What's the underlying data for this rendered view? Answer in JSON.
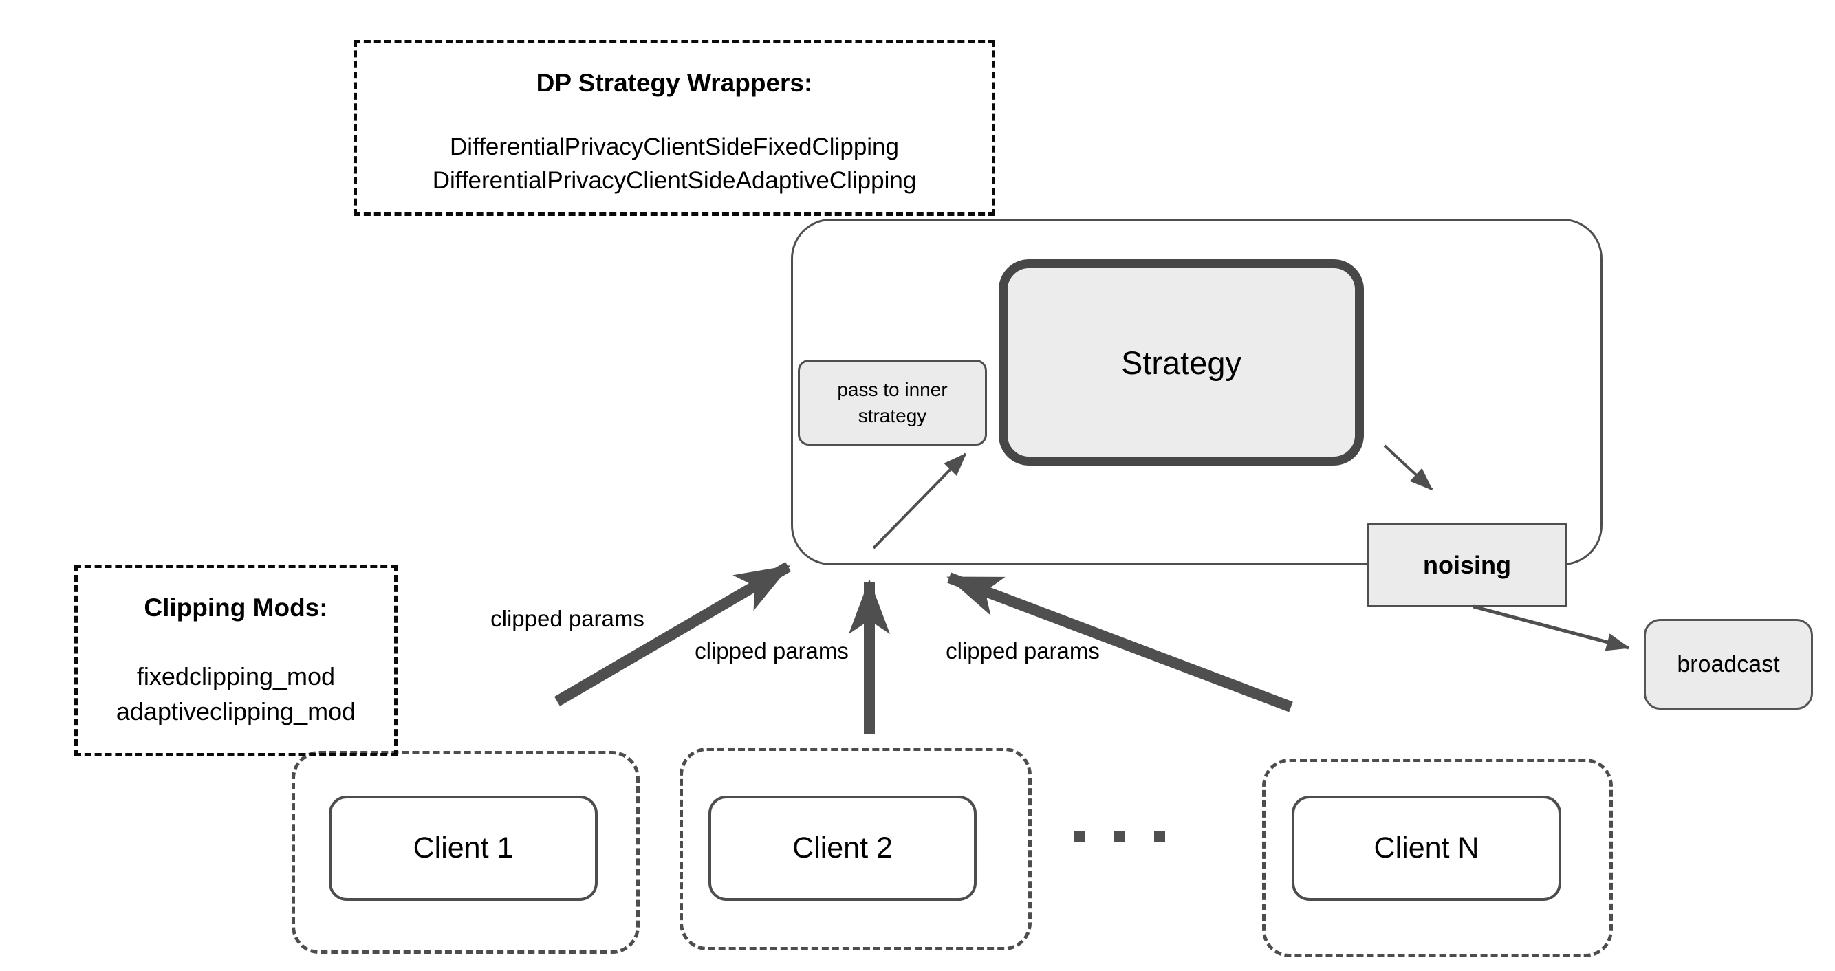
{
  "wrappers_box": {
    "title": "DP Strategy Wrappers:",
    "items": [
      "DifferentialPrivacyClientSideFixedClipping",
      "DifferentialPrivacyClientSideAdaptiveClipping"
    ]
  },
  "mods_box": {
    "title": "Clipping Mods:",
    "items": [
      "fixedclipping_mod",
      "adaptiveclipping_mod"
    ]
  },
  "server": {
    "pass_box": "pass to inner strategy",
    "strategy": "Strategy",
    "noising": "noising",
    "broadcast": "broadcast"
  },
  "edges": {
    "labels": [
      "clipped params",
      "clipped params",
      "clipped params"
    ]
  },
  "clients": [
    {
      "label": "Client 1"
    },
    {
      "label": "Client 2"
    },
    {
      "label": "Client N"
    }
  ],
  "icons": {
    "ellipsis": "three-square-dots"
  },
  "colors": {
    "box_fill": "#ebebeb",
    "strategy_fill": "#ececec",
    "border_gray": "#4f4f4f",
    "strategy_border": "#474747",
    "dashed_black": "#0a0a0a",
    "dashed_gray": "#4d4d4d",
    "arrow": "#4f4f4f",
    "text": "#000000"
  }
}
